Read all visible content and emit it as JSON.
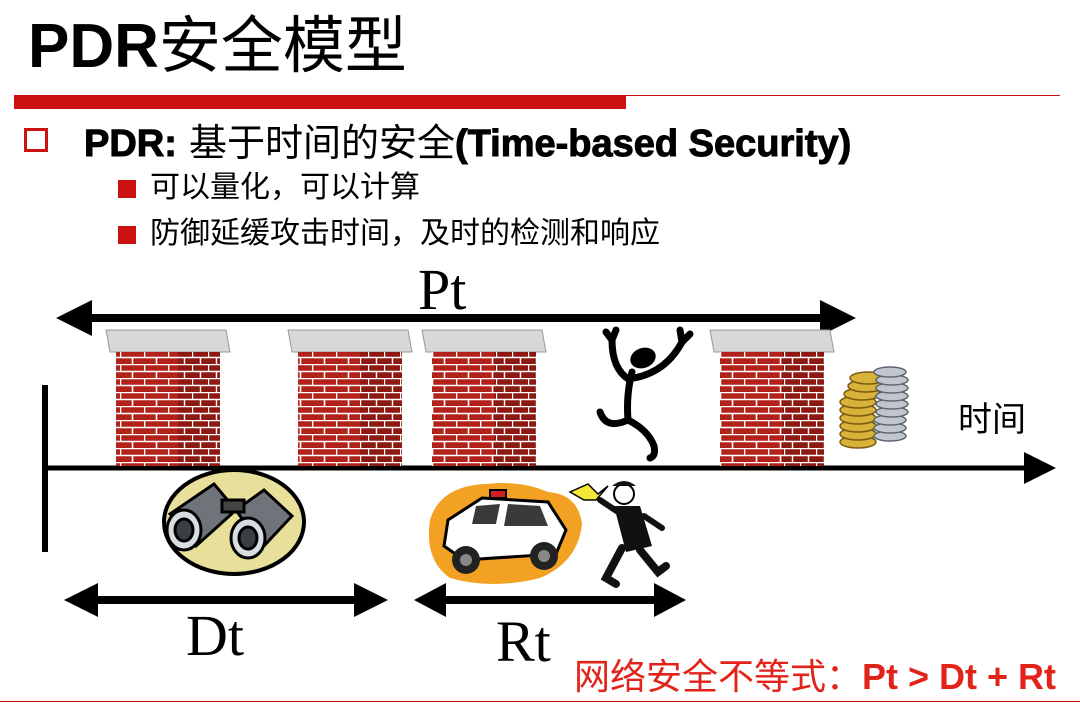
{
  "title": {
    "latin": "PDR",
    "cjk": "安全模型"
  },
  "bullet": {
    "bold_prefix": "PDR:",
    "text": " 基于时间的安全",
    "bold_suffix": "(Time-based Security)"
  },
  "sub_bullets": [
    "可以量化，可以计算",
    "防御延缓攻击时间，及时的检测和响应"
  ],
  "diagram": {
    "pt_label": "Pt",
    "dt_label": "Dt",
    "rt_label": "Rt",
    "time_axis_label": "时间"
  },
  "inequality": {
    "prefix": "网络安全不等式：",
    "formula": "Pt > Dt + Rt"
  },
  "colors": {
    "accent_red": "#cc1111",
    "inequality_red": "#e2231a",
    "brick": "#b3221a"
  },
  "icons": [
    "firewall-icon",
    "attacker-icon",
    "coins-icon",
    "binoculars-icon",
    "police-car-icon",
    "police-officer-icon"
  ]
}
